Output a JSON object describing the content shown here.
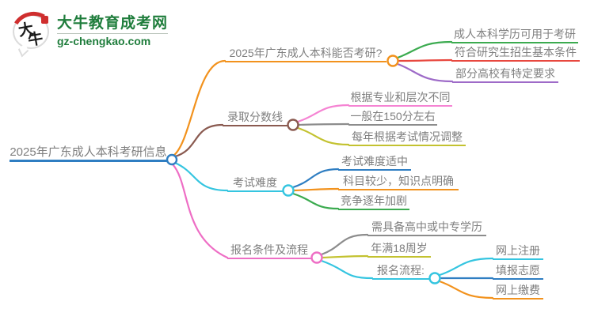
{
  "logo": {
    "bubble_chars_1": "大",
    "bubble_chars_2": "牛",
    "title": "大牛教育成考网",
    "domain": "gz-chengkao.com",
    "brand_green": "#1f7d3c",
    "seal_red": "#cf2e2e"
  },
  "palette": {
    "root_blue": "#2f7ec2",
    "orange": "#f2921d",
    "brown": "#8a5a50",
    "cyan": "#35c5e0",
    "pink": "#ee6ec5",
    "green": "#3cab50",
    "red": "#e8483f",
    "purple": "#9e6bc8",
    "light_pink": "#f584d3",
    "gray": "#8c8c8c",
    "olive": "#c3c230",
    "text_gray": "#7f7f7f"
  },
  "mindmap": {
    "root": {
      "label": "2025年广东成人本科考研信息"
    },
    "branches": [
      {
        "label": "2025年广东成人本科能否考研?",
        "children": [
          {
            "label": "成人本科学历可用于考研"
          },
          {
            "label": "符合研究生招生基本条件"
          },
          {
            "label": "部分高校有特定要求"
          }
        ]
      },
      {
        "label": "录取分数线",
        "children": [
          {
            "label": "根据专业和层次不同"
          },
          {
            "label": "一般在150分左右"
          },
          {
            "label": "每年根据考试情况调整"
          }
        ]
      },
      {
        "label": "考试难度",
        "children": [
          {
            "label": "考试难度适中"
          },
          {
            "label": "科目较少，知识点明确"
          },
          {
            "label": "竞争逐年加剧"
          }
        ]
      },
      {
        "label": "报名条件及流程",
        "children": [
          {
            "label": "需具备高中或中专学历"
          },
          {
            "label": "年满18周岁"
          },
          {
            "label": "报名流程:",
            "children": [
              {
                "label": "网上注册"
              },
              {
                "label": "填报志愿"
              },
              {
                "label": "网上缴费"
              }
            ]
          }
        ]
      }
    ]
  }
}
